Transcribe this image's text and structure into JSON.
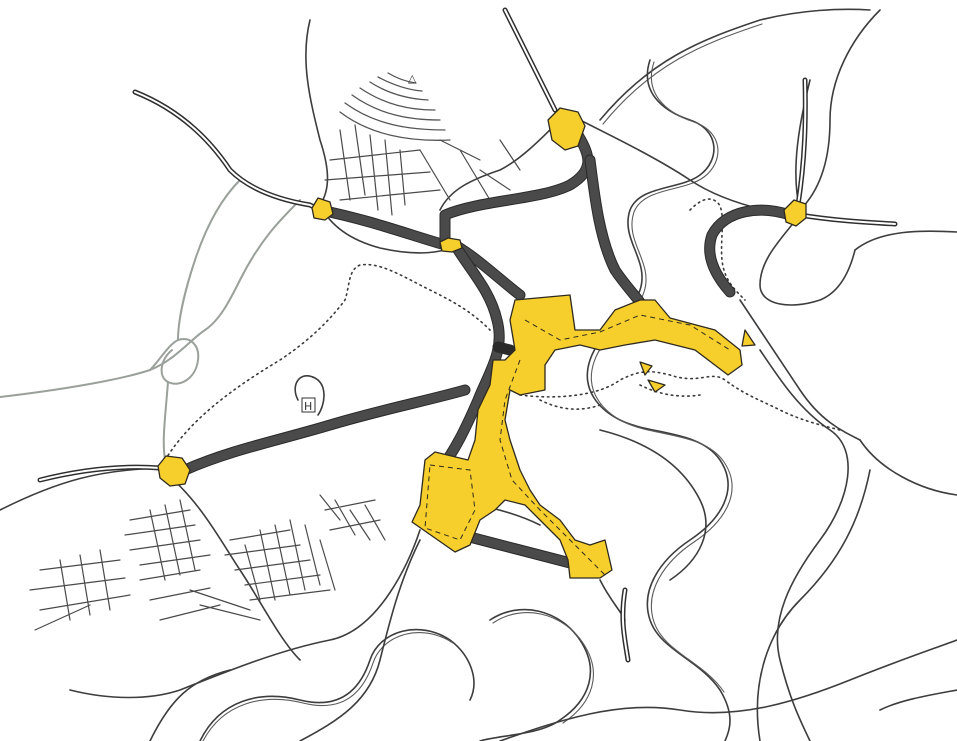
{
  "map": {
    "symbols": {
      "summit": "△",
      "hospital": "H"
    },
    "colors": {
      "background": "#ffffff",
      "district": "#f6cf2c",
      "main_road": "#4a4a4a",
      "line": "#3d3d3d",
      "secondary_line": "#9aa09a"
    },
    "elements": [
      "urban-districts",
      "gateway-nodes",
      "main-roads",
      "river-courses",
      "secondary-roads",
      "street-grids",
      "dotted-paths",
      "hill-contours"
    ]
  }
}
